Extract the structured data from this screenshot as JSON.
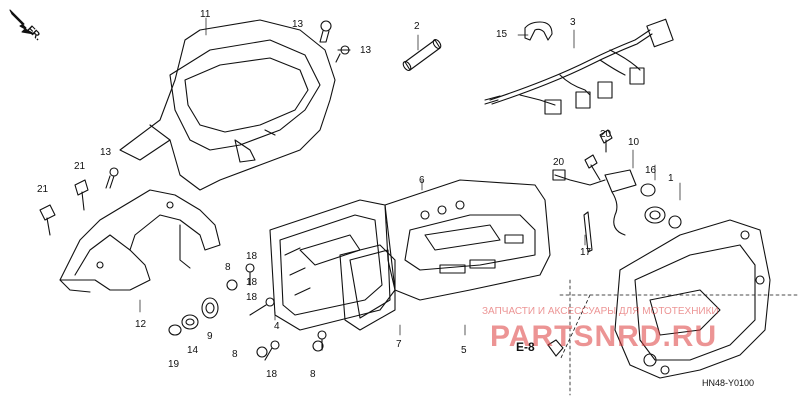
{
  "diagram": {
    "orientation_label": "FR.",
    "reference_label": "E-8",
    "drawing_code": "HN48-Y0100",
    "watermark": {
      "line1": "ЗАПЧАСТИ И АКСЕССУАРЫ ДЛЯ МОТОТЕХНИКИ",
      "line2": "PARTSNRD.RU"
    },
    "part_numbers": [
      "11",
      "13",
      "13",
      "2",
      "15",
      "3",
      "13",
      "21",
      "21",
      "12",
      "6",
      "20",
      "20",
      "10",
      "16",
      "1",
      "17",
      "18",
      "8",
      "18",
      "18",
      "4",
      "8",
      "18",
      "7",
      "5",
      "9",
      "14",
      "19",
      "8"
    ],
    "accent_color": "#dc3c3c",
    "line_color": "#111111"
  }
}
